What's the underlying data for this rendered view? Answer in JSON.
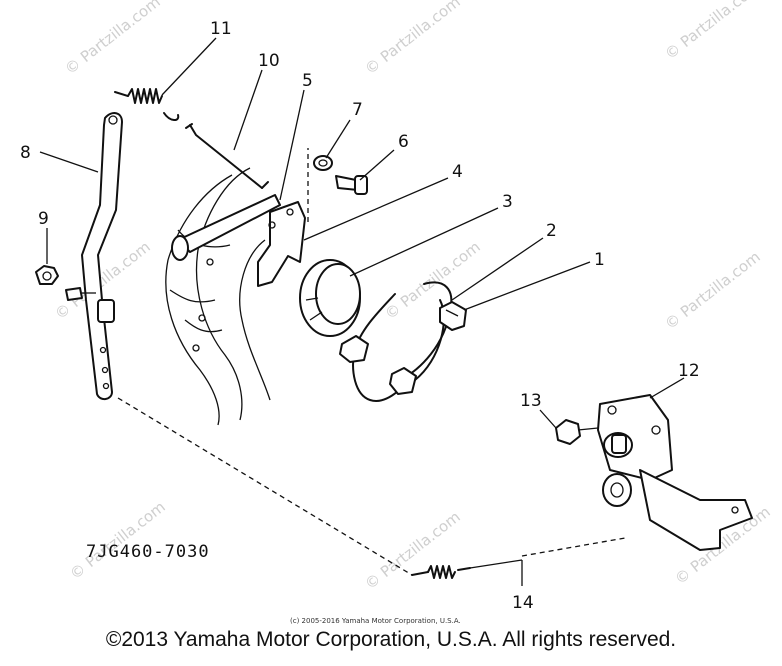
{
  "watermarks": {
    "text": "© Partzilla.com",
    "color": "#cfcfcf"
  },
  "callouts": {
    "n1": "1",
    "n2": "2",
    "n3": "3",
    "n4": "4",
    "n5": "5",
    "n6": "6",
    "n7": "7",
    "n8": "8",
    "n9": "9",
    "n10": "10",
    "n11": "11",
    "n12": "12",
    "n13": "13",
    "n14": "14"
  },
  "part_code": "7JG460-7030",
  "small_copyright": "(c) 2005-2016 Yamaha Motor Corporation, U.S.A.",
  "footer_copyright": "©2013 Yamaha Motor Corporation, U.S.A. All rights reserved."
}
